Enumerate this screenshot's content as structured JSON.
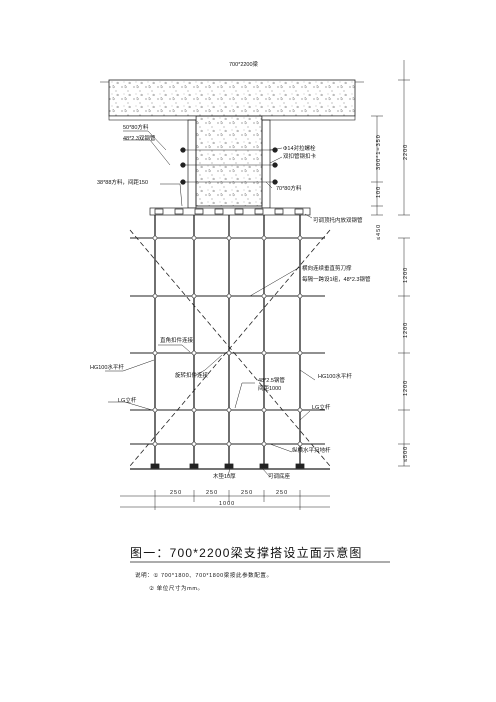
{
  "labels": {
    "beam": "700*2200梁",
    "purlin_top": "50*80方料",
    "steel_pipe_main": "48*2.3双钢管",
    "bolt": "Φ14对拉螺栓",
    "clip": "双扣管钢扣卡",
    "bottom_wood": "38*88方料，间距150",
    "side_wood": "70*80方料",
    "top_support": "可调顶托内放双钢管",
    "scissor_brace": "横向连续垂直剪刀撑",
    "scissor_note": "每隔一跨设1组，48*2.3钢管",
    "pole_clip": "直角扣件连接",
    "rotate_clip": "旋转扣件连接",
    "hg_left": "HG100水平杆",
    "lg_left": "LG立杆",
    "pipe_mid": "48*2.5钢管",
    "pipe_mid_spacing": "间距1000",
    "hg_right": "HG100水平杆",
    "lg_right": "LG立杆",
    "sweep_pole": "纵横水平扫地杆",
    "base": "可调底座",
    "slab": "木垫10厚"
  },
  "dims_right": [
    "2200",
    "1200",
    "1200",
    "1200",
    "≤450",
    "≤500"
  ],
  "dims_mid": [
    "300*1=350",
    "100"
  ],
  "dims_bottom": [
    "250",
    "250",
    "250",
    "250",
    "1000"
  ],
  "title": "图一：700*2200梁支撑搭设立面示意图",
  "notes": [
    "说明：① 700*1800、700*1800梁按此参数配置。",
    "② 单位尺寸为mm。"
  ]
}
